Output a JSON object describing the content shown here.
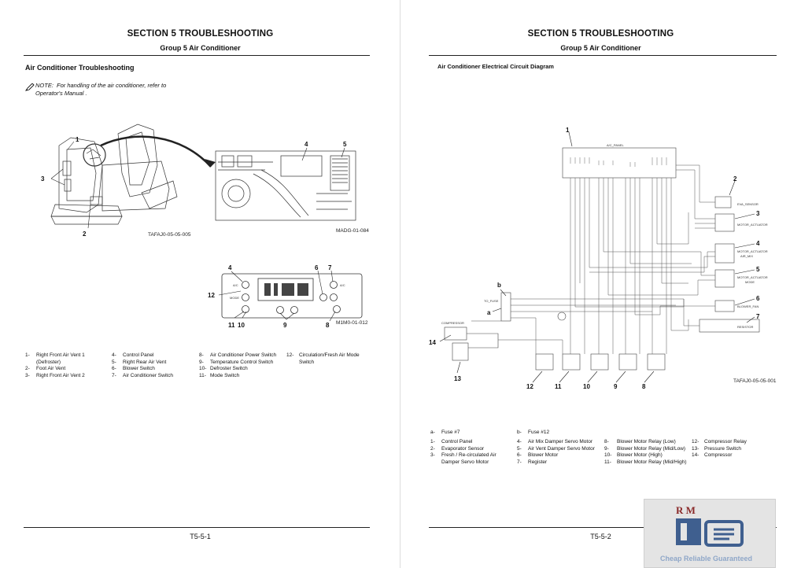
{
  "left_page": {
    "section_title": "SECTION 5 TROUBLESHOOTING",
    "group_title": "Group 5 Air Conditioner",
    "heading": "Air Conditioner Troubleshooting",
    "note_label": "NOTE:",
    "note_text_1": "For handling of the air conditioner, refer to",
    "note_text_2": "Operator's Manual .",
    "figure_captions": {
      "cab": "TAFAJ0-05-05-005",
      "panel_area": "MADG-01-084",
      "control_panel": "M1M0-01-012"
    },
    "callouts": {
      "c1": "1",
      "c2": "2",
      "c3": "3",
      "c4": "4",
      "c5": "5",
      "c4b": "4",
      "c6": "6",
      "c7": "7",
      "c12": "12",
      "c11": "11",
      "c10": "10",
      "c9": "9",
      "c8": "8"
    },
    "panel_labels": {
      "ac_top": "A/C",
      "mode": "MODE",
      "ac_right": "A/C"
    },
    "legend": [
      {
        "num": "1-",
        "text": "Right Front Air Vent 1"
      },
      {
        "num": "",
        "text": "(Defroster)"
      },
      {
        "num": "2-",
        "text": "Foot Air Vent"
      },
      {
        "num": "3-",
        "text": "Right Front Air Vent 2"
      },
      {
        "num": "4-",
        "text": "Control Panel"
      },
      {
        "num": "5-",
        "text": "Right Rear Air Vent"
      },
      {
        "num": "6-",
        "text": "Blower Switch"
      },
      {
        "num": "7-",
        "text": "Air Conditioner Switch"
      },
      {
        "num": "8-",
        "text": "Air Conditioner Power Switch"
      },
      {
        "num": "9-",
        "text": "Temperature Control Switch"
      },
      {
        "num": "10-",
        "text": "Defroster Switch"
      },
      {
        "num": "11-",
        "text": "Mode Switch"
      },
      {
        "num": "12-",
        "text": "Circulation/Fresh Air Mode"
      },
      {
        "num": "",
        "text": "Switch"
      }
    ],
    "page_number": "T5-5-1"
  },
  "right_page": {
    "section_title": "SECTION 5 TROUBLESHOOTING",
    "group_title": "Group 5 Air Conditioner",
    "heading": "Air Conditioner Electrical Circuit Diagram",
    "figure_caption": "TAFAJ0-05-05-001",
    "diagram_labels": {
      "ac_panel": "A/C_PANEL",
      "eva_sensor": "EVA_SENSOR",
      "motor_actuator": "MOTOR_ACTUATOR",
      "motor_actuator_mix_1": "MOTOR_ACTUATOR",
      "motor_actuator_mix_2": "AIR_MIX",
      "motor_actuator_mode_1": "MOTOR_ACTUATOR",
      "motor_actuator_mode_2": "MODE",
      "blower_fan": "BLOWER_FAN",
      "resistor": "RESISTOR",
      "to_fuse": "TO_FUSE",
      "compressor": "COMPRESSOR"
    },
    "callouts": {
      "c1": "1",
      "c2": "2",
      "c3": "3",
      "c4": "4",
      "c5": "5",
      "c6": "6",
      "c7": "7",
      "ca": "a",
      "cb": "b",
      "c14": "14",
      "c13": "13",
      "c12": "12",
      "c11": "11",
      "c10": "10",
      "c9": "9",
      "c8": "8"
    },
    "legend_top": [
      {
        "num": "a-",
        "text": "Fuse #7"
      },
      {
        "num": "b-",
        "text": "Fuse #12"
      }
    ],
    "legend": [
      {
        "num": "1-",
        "text": "Control Panel"
      },
      {
        "num": "2-",
        "text": "Evaporator Sensor"
      },
      {
        "num": "3-",
        "text": "Fresh / Re-circulated Air"
      },
      {
        "num": "",
        "text": "Damper Servo Motor"
      },
      {
        "num": "4-",
        "text": "Air Mix Damper Servo Motor"
      },
      {
        "num": "5-",
        "text": "Air Vent Damper Servo Motor"
      },
      {
        "num": "6-",
        "text": "Blower Motor"
      },
      {
        "num": "7-",
        "text": "Register"
      },
      {
        "num": "8-",
        "text": "Blower Motor Relay (Low)"
      },
      {
        "num": "9-",
        "text": "Blower Motor Relay (Mid/Low)"
      },
      {
        "num": "10-",
        "text": "Blower Motor (High)"
      },
      {
        "num": "11-",
        "text": "Blower Motor Relay (Mid/High)"
      },
      {
        "num": "12-",
        "text": "Compressor Relay"
      },
      {
        "num": "13-",
        "text": "Pressure Switch"
      },
      {
        "num": "14-",
        "text": "Compressor"
      }
    ],
    "page_number": "T5-5-2"
  },
  "watermark": {
    "letters": "R M",
    "tagline": "Cheap Reliable Guaranteed",
    "color": "#8a2a2a",
    "icon_color": "#3f5f8f"
  }
}
